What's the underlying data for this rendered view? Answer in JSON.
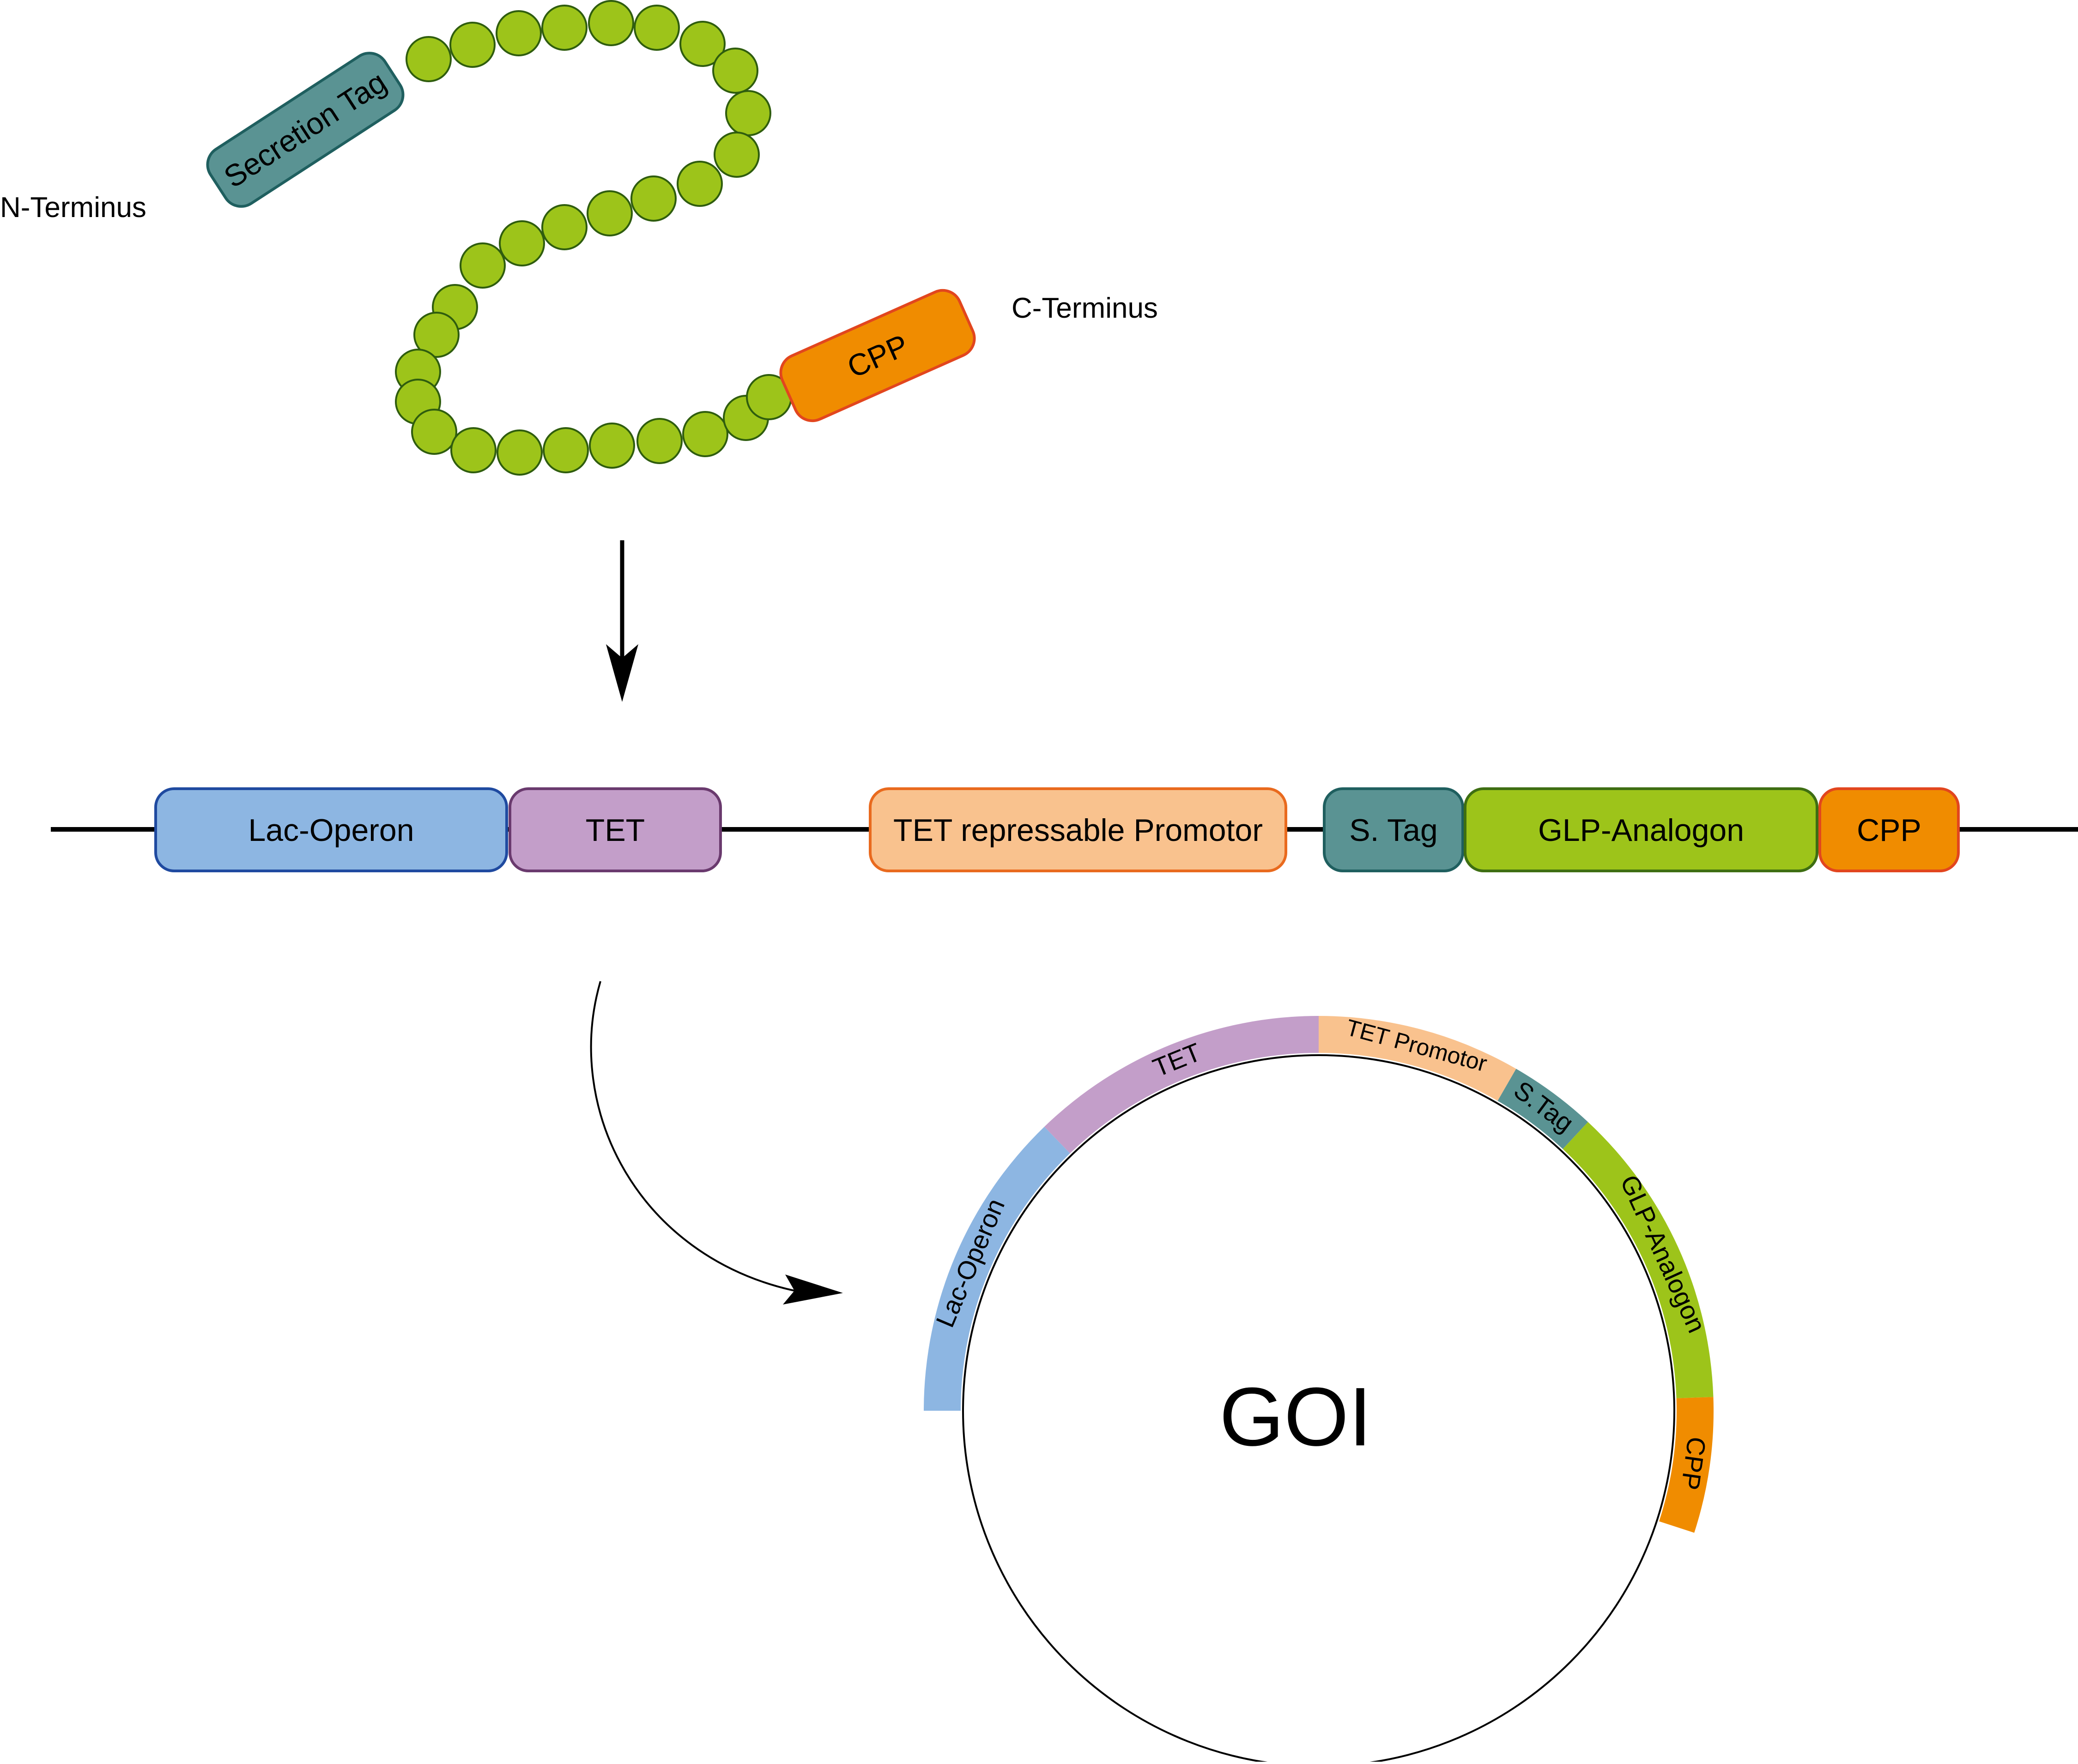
{
  "protein": {
    "n_terminus_label": "N-Terminus",
    "c_terminus_label": "C-Terminus",
    "secretion_tag_label": "Secretion Tag",
    "cpp_label": "CPP",
    "residue_color": "#9dc41a",
    "secretion_tag_color": "#5a9393",
    "cpp_color": "#f08c00"
  },
  "construct": {
    "segments": [
      {
        "id": "lac-operon",
        "label": "Lac-Operon",
        "fill": "#8db6e2",
        "stroke": "#1f4aa0"
      },
      {
        "id": "tet",
        "label": "TET",
        "fill": "#c39ec9",
        "stroke": "#6a3a6e"
      },
      {
        "id": "tet-promotor",
        "label": "TET repressable Promotor",
        "fill": "#f9c28e",
        "stroke": "#e96a1e"
      },
      {
        "id": "s-tag",
        "label": "S. Tag",
        "fill": "#5a9393",
        "stroke": "#1f5f5f"
      },
      {
        "id": "glp-analogon",
        "label": "GLP-Analogon",
        "fill": "#9dc41a",
        "stroke": "#3e6e12"
      },
      {
        "id": "cpp",
        "label": "CPP",
        "fill": "#f08c00",
        "stroke": "#e2461e"
      }
    ]
  },
  "plasmid": {
    "center_label": "GOI",
    "arcs": [
      {
        "id": "lac-operon",
        "label": "Lac-Operon",
        "color": "#8db6e2"
      },
      {
        "id": "tet",
        "label": "TET",
        "color": "#c39ec9"
      },
      {
        "id": "tet-promotor",
        "label": "TET Promotor",
        "color": "#f9c28e"
      },
      {
        "id": "s-tag",
        "label": "S.Tag",
        "color": "#5a9393"
      },
      {
        "id": "glp-analogon",
        "label": "GLP-Analogon",
        "color": "#9dc41a"
      },
      {
        "id": "cpp",
        "label": "CPP",
        "color": "#f08c00"
      }
    ]
  }
}
